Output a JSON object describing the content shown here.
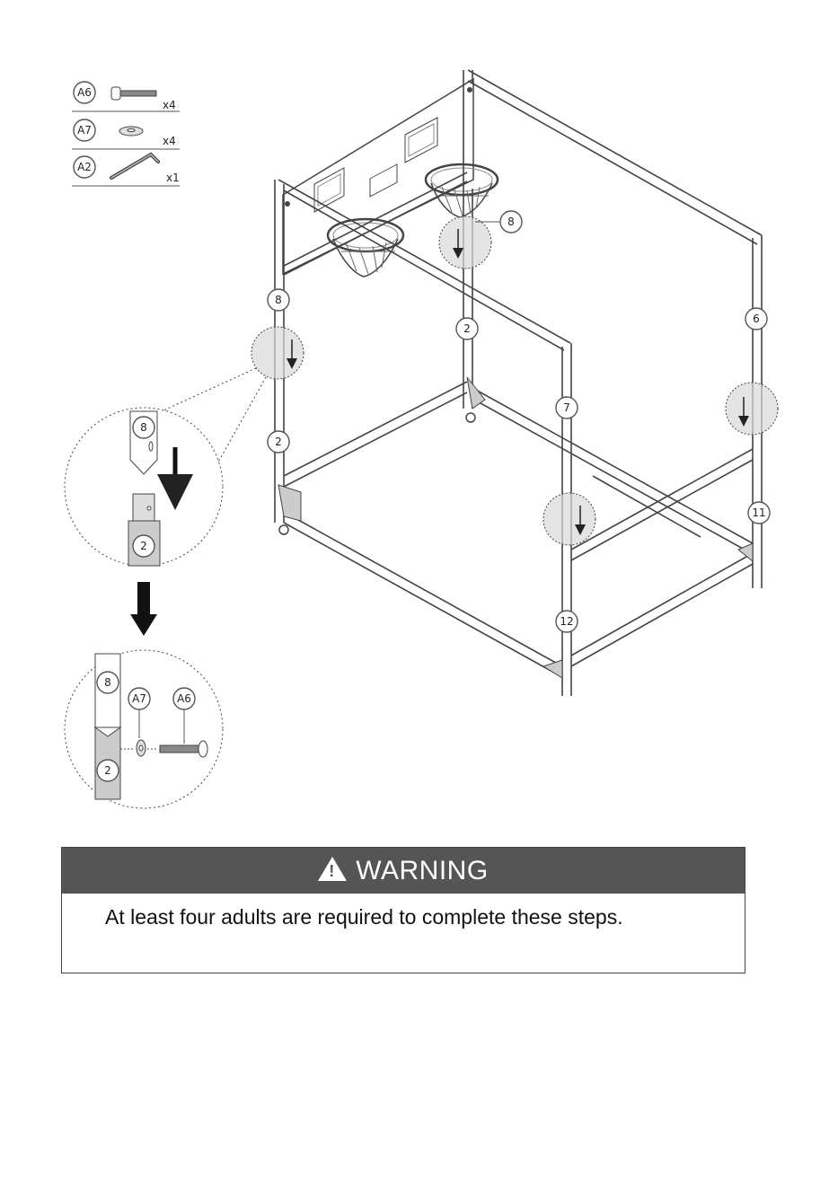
{
  "parts": [
    {
      "id": "A6",
      "qty": "x4",
      "icon": "bolt-icon"
    },
    {
      "id": "A7",
      "qty": "x4",
      "icon": "washer-icon"
    },
    {
      "id": "A2",
      "qty": "x1",
      "icon": "allen-key-icon"
    }
  ],
  "callouts": {
    "backboard_tube": "8",
    "left_upper": "8",
    "left_lower": "2",
    "mid_lower": "2",
    "front_upper": "7",
    "front_lower": "12",
    "right_upper": "6",
    "right_lower": "11"
  },
  "detail1": {
    "upper": "8",
    "lower": "2"
  },
  "detail2": {
    "upper": "8",
    "lower": "2",
    "washer": "A7",
    "bolt": "A6"
  },
  "warning": {
    "title": "WARNING",
    "icon": "warning-triangle-icon",
    "text": "At least four adults are required to complete these steps."
  },
  "colors": {
    "warning_header": "#555555",
    "highlight": "#d9d9d9"
  }
}
